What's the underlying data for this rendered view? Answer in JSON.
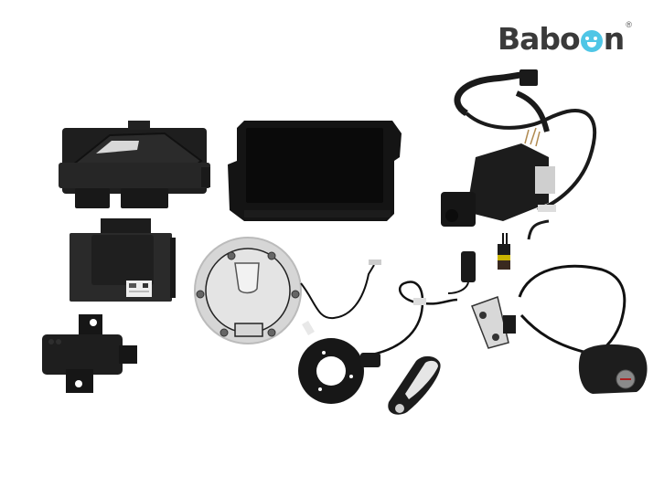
{
  "brand": {
    "name_prefix": "Babo",
    "name_suffix": "n",
    "registered_mark": "®",
    "accent_color": "#4fc6e6",
    "text_color": "#3a3a3a"
  },
  "photo": {
    "background": "#ffffff",
    "components": [
      {
        "id": "ecu-main",
        "label": "Engine control unit (ECU)"
      },
      {
        "id": "control-module",
        "label": "Control module with label"
      },
      {
        "id": "small-module",
        "label": "Small bracket module"
      },
      {
        "id": "tft-display",
        "label": "TFT dashboard display"
      },
      {
        "id": "ignition-switch",
        "label": "Ignition lock with wiring harness"
      },
      {
        "id": "fuel-cap",
        "label": "Fuel tank cap"
      },
      {
        "id": "antenna-ring",
        "label": "Immobilizer antenna ring"
      },
      {
        "id": "key-fob",
        "label": "Key fob"
      },
      {
        "id": "connectors",
        "label": "Wiring connectors"
      },
      {
        "id": "seat-lock",
        "label": "Seat lock with cable"
      }
    ]
  }
}
